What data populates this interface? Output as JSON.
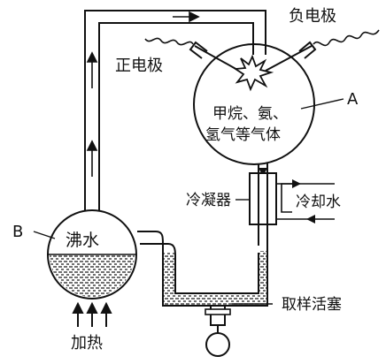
{
  "labels": {
    "negative_electrode": "负电极",
    "positive_electrode": "正电极",
    "flask_a_letter": "A",
    "flask_a_contents_line1": "甲烷、氨、",
    "flask_a_contents_line2": "氢气等气体",
    "condenser": "冷凝器",
    "cooling_water": "冷却水",
    "flask_b_letter": "B",
    "boiling_water": "沸水",
    "heating": "加热",
    "sampling_stopcock": "取样活塞"
  },
  "colors": {
    "line": "#111111",
    "background": "#ffffff"
  },
  "icons": {
    "spark": "spark-icon",
    "flow_arrow": "arrow-icon",
    "heat_arrow": "up-arrow-icon"
  }
}
